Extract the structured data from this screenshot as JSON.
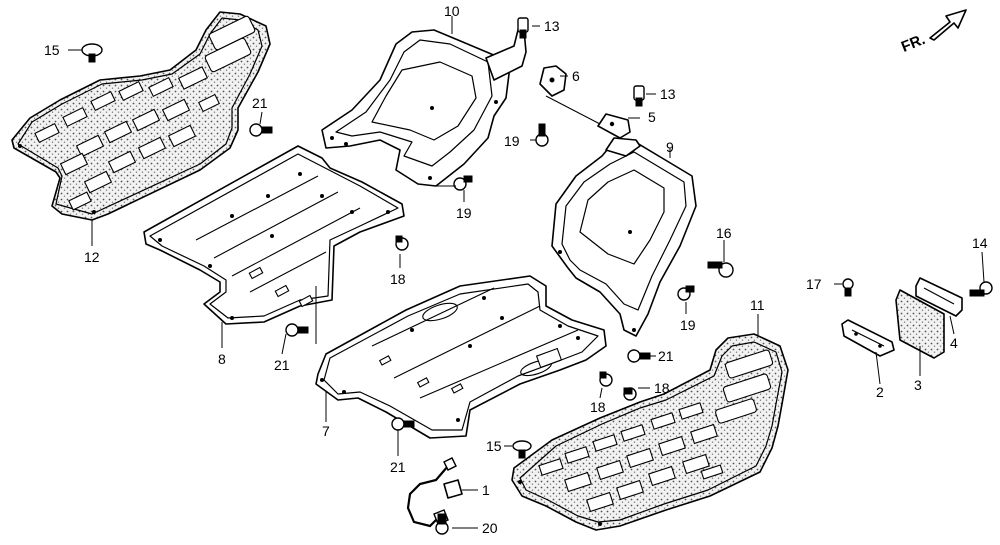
{
  "direction_marker": {
    "label": "FR."
  },
  "callouts": {
    "c1": "1",
    "c2": "2",
    "c3": "3",
    "c4": "4",
    "c5": "5",
    "c6": "6",
    "c7": "7",
    "c8": "8",
    "c9": "9",
    "c10": "10",
    "c11": "11",
    "c12": "12",
    "c13a": "13",
    "c13b": "13",
    "c14": "14",
    "c15a": "15",
    "c15b": "15",
    "c16": "16",
    "c17": "17",
    "c18a": "18",
    "c18b": "18",
    "c18c": "18",
    "c19a": "19",
    "c19b": "19",
    "c19c": "19",
    "c20": "20",
    "c21a": "21",
    "c21b": "21",
    "c21c": "21",
    "c21d": "21"
  },
  "colors": {
    "line": "#000000",
    "stipple": "#e2e2e2",
    "background": "#ffffff"
  }
}
